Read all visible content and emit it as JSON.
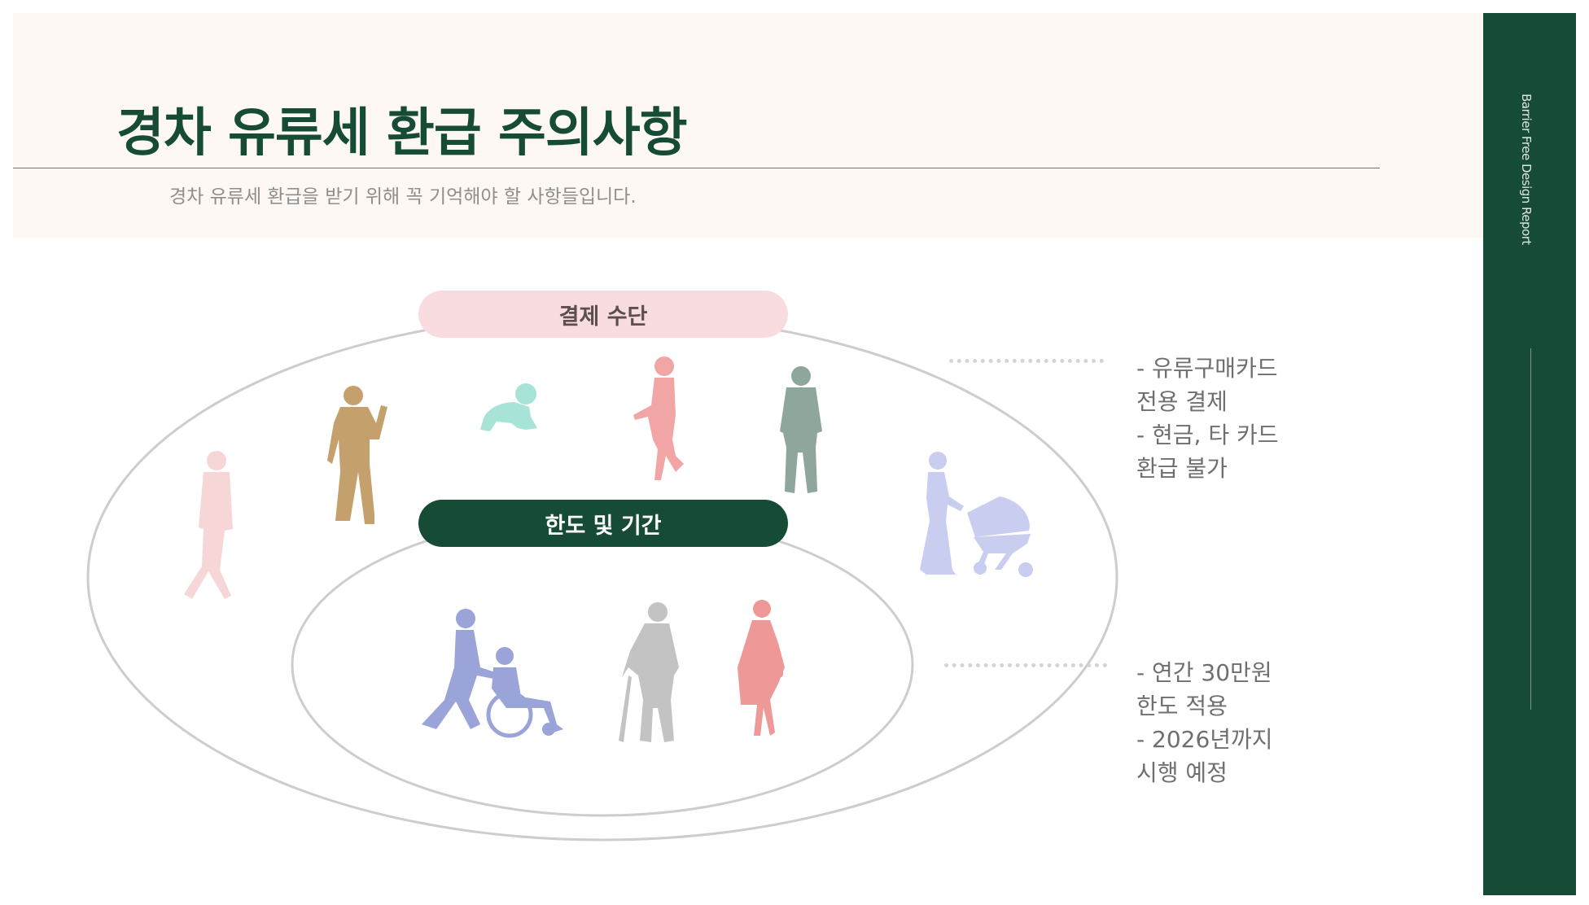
{
  "header": {
    "title": "경차 유류세 환급 주의사항",
    "subtitle": "경차 유류세 환급을 받기 위해 꼭 기억해야 할 사항들입니다."
  },
  "side": {
    "label": "Barrier Free Design Report"
  },
  "diagram": {
    "outer_label": "결제 수단",
    "inner_label": "한도 및 기간",
    "outer_notes": [
      "- 유류구매카드",
      "전용 결제",
      "- 현금, 타 카드",
      "환급 불가"
    ],
    "inner_notes": [
      "- 연간 30만원",
      "한도 적용",
      "- 2026년까지",
      "시행 예정"
    ]
  },
  "figures": [
    {
      "name": "walking-woman-figure",
      "color": "#f6d6d6"
    },
    {
      "name": "waving-man-figure",
      "color": "#c4a06c"
    },
    {
      "name": "crawling-baby-figure",
      "color": "#a8e3d7"
    },
    {
      "name": "walking-woman-figure",
      "color": "#f2a5a5"
    },
    {
      "name": "standing-man-figure",
      "color": "#8ea69c"
    },
    {
      "name": "woman-with-stroller-figure",
      "color": "#c9cdf0"
    },
    {
      "name": "wheelchair-figure",
      "color": "#9aa4d8"
    },
    {
      "name": "elderly-man-with-cane-figure",
      "color": "#c3c3c3"
    },
    {
      "name": "pregnant-woman-figure",
      "color": "#ee9898"
    }
  ],
  "colors": {
    "brand_green": "#164c35",
    "pill_pink": "#f9dcdf",
    "header_bg": "#fdf8f3"
  }
}
